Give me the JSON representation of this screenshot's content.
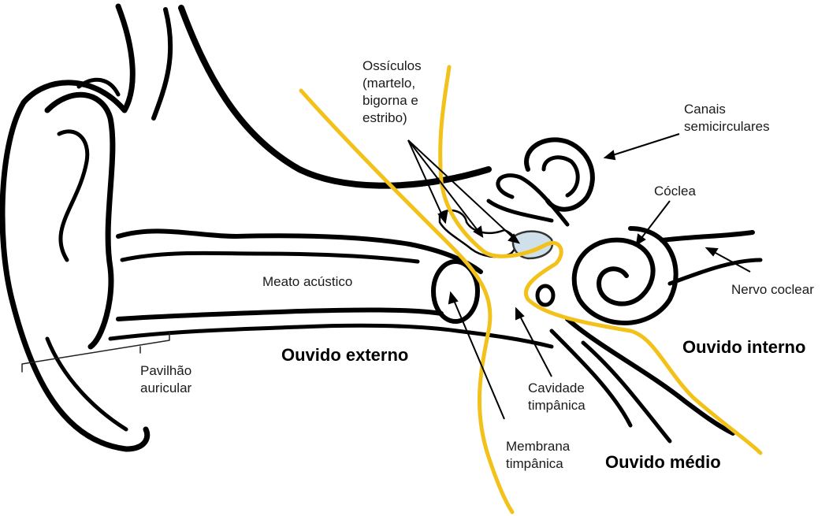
{
  "labels": {
    "ossicles": "Ossículos\n(martelo,\nbigorna e\nestribo)",
    "semicircular_canals": "Canais\nsemicirculares",
    "cochlea": "Cóclea",
    "cochlear_nerve": "Nervo coclear",
    "acoustic_meatus": "Meato acústico",
    "pinna": "Pavilhão\nauricular",
    "tympanic_cavity": "Cavidade\ntimpânica",
    "tympanic_membrane": "Membrana\ntimpânica"
  },
  "regions": {
    "outer_ear": "Ouvido externo",
    "inner_ear": "Ouvido interno",
    "middle_ear": "Ouvido médio"
  },
  "colors": {
    "outline": "#000000",
    "divider": "#f2c21b",
    "text": "#1a1a1a"
  }
}
